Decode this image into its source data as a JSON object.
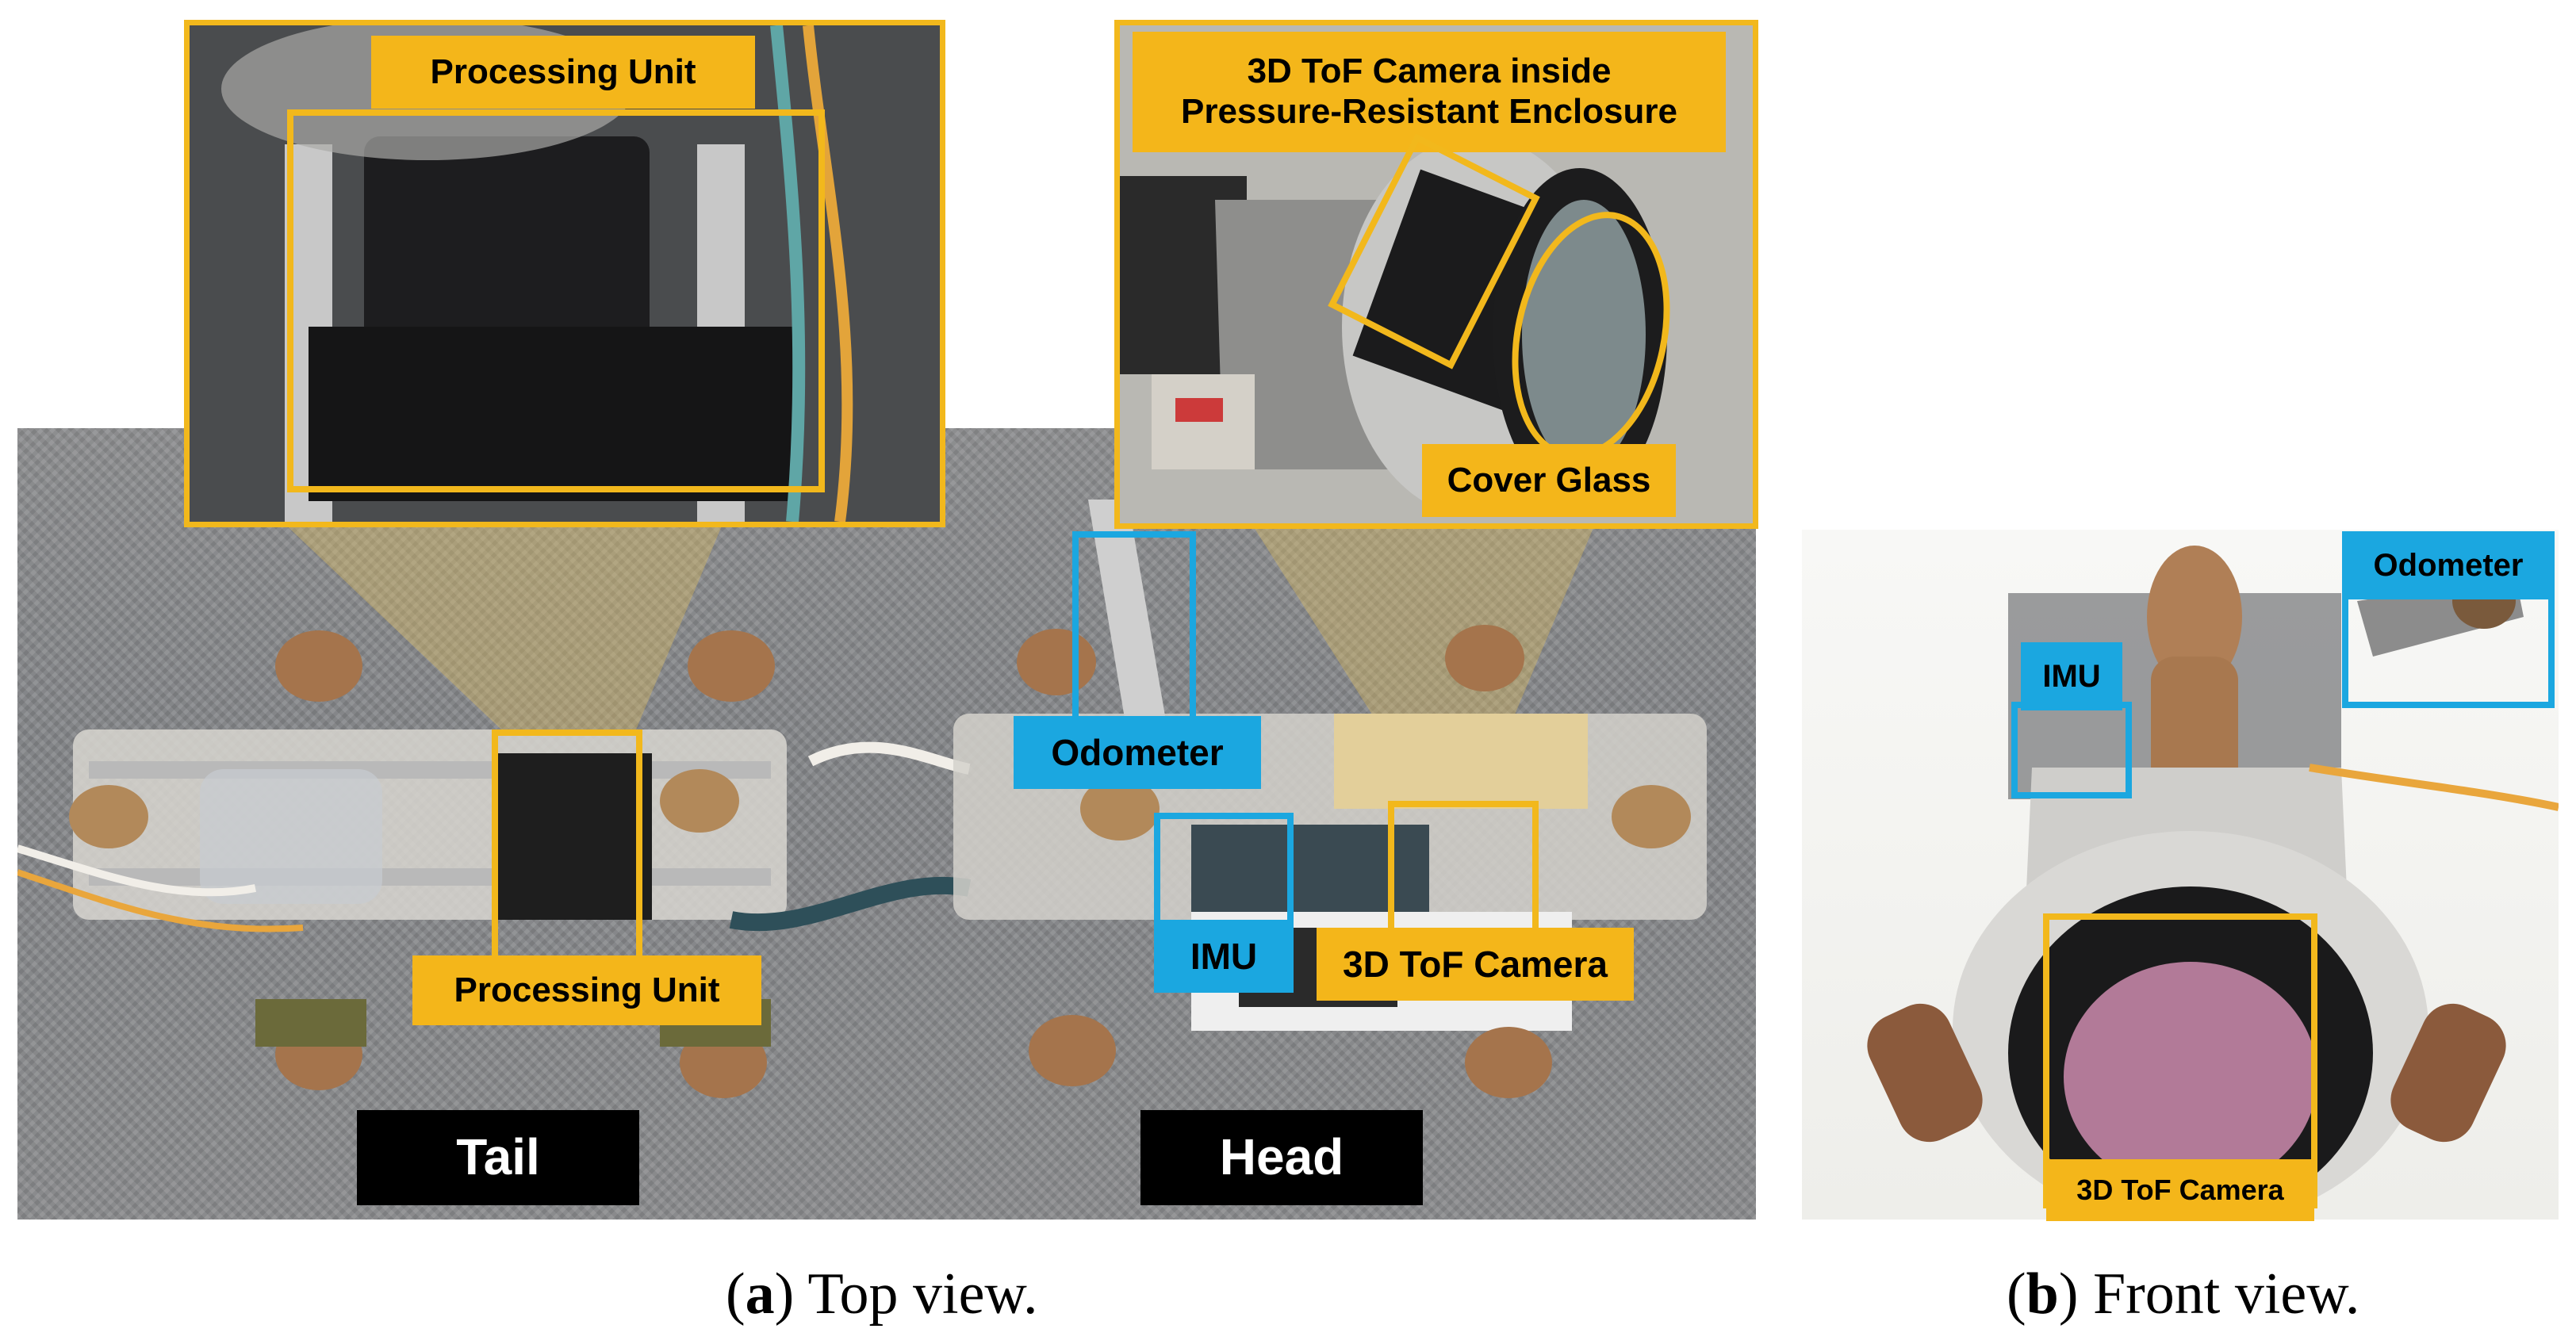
{
  "panel_a": {
    "insets": {
      "processing": {
        "title": "Processing Unit"
      },
      "camera": {
        "title_line1": "3D ToF Camera inside",
        "title_line2": "Pressure-Resistant Enclosure",
        "cover_glass": "Cover Glass"
      }
    },
    "labels": {
      "processing_unit": "Processing Unit",
      "odometer": "Odometer",
      "imu": "IMU",
      "tof_camera": "3D ToF Camera",
      "tail": "Tail",
      "head": "Head"
    },
    "caption": {
      "letter": "a",
      "text": " Top view."
    }
  },
  "panel_b": {
    "labels": {
      "odometer": "Odometer",
      "imu": "IMU",
      "tof_camera": "3D ToF Camera"
    },
    "caption": {
      "letter": "b",
      "text": " Front view."
    }
  },
  "colors": {
    "highlight_orange": "#f4b61a",
    "highlight_blue": "#1ba7e0",
    "carpet_gray": "#8a8b8d",
    "label_black": "#000000"
  }
}
